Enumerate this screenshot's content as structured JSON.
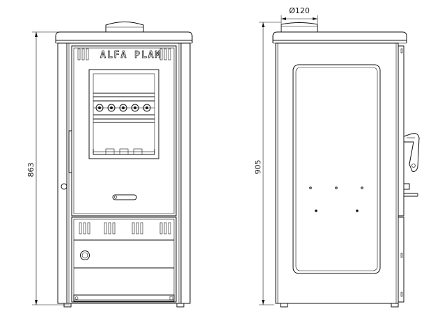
{
  "front_view": {
    "brand_logo": "ALFA PLAM",
    "height_dimension": "863"
  },
  "side_view": {
    "flue_diameter": "Ø120",
    "height_dimension": "905"
  }
}
